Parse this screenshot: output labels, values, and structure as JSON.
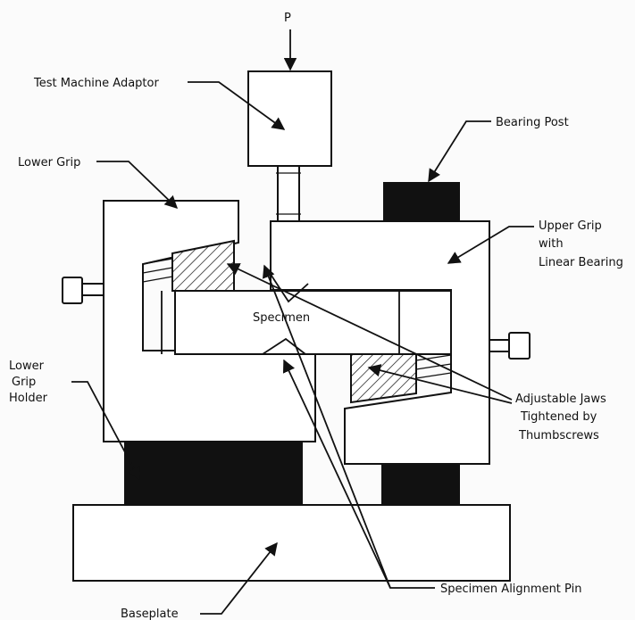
{
  "labels": {
    "load": "P",
    "test_machine_adaptor": "Test Machine Adaptor",
    "bearing_post": "Bearing Post",
    "lower_grip": "Lower Grip",
    "upper_grip_line1": "Upper Grip",
    "upper_grip_line2": "with",
    "upper_grip_line3": "Linear Bearing",
    "specimen": "Specimen",
    "lower_grip_holder_line1": "Lower",
    "lower_grip_holder_line2": "Grip",
    "lower_grip_holder_line3": "Holder",
    "adjustable_jaws_line1": "Adjustable Jaws",
    "adjustable_jaws_line2": "Tightened by",
    "adjustable_jaws_line3": "Thumbscrews",
    "specimen_alignment_pin": "Specimen Alignment Pin",
    "baseplate": "Baseplate"
  }
}
